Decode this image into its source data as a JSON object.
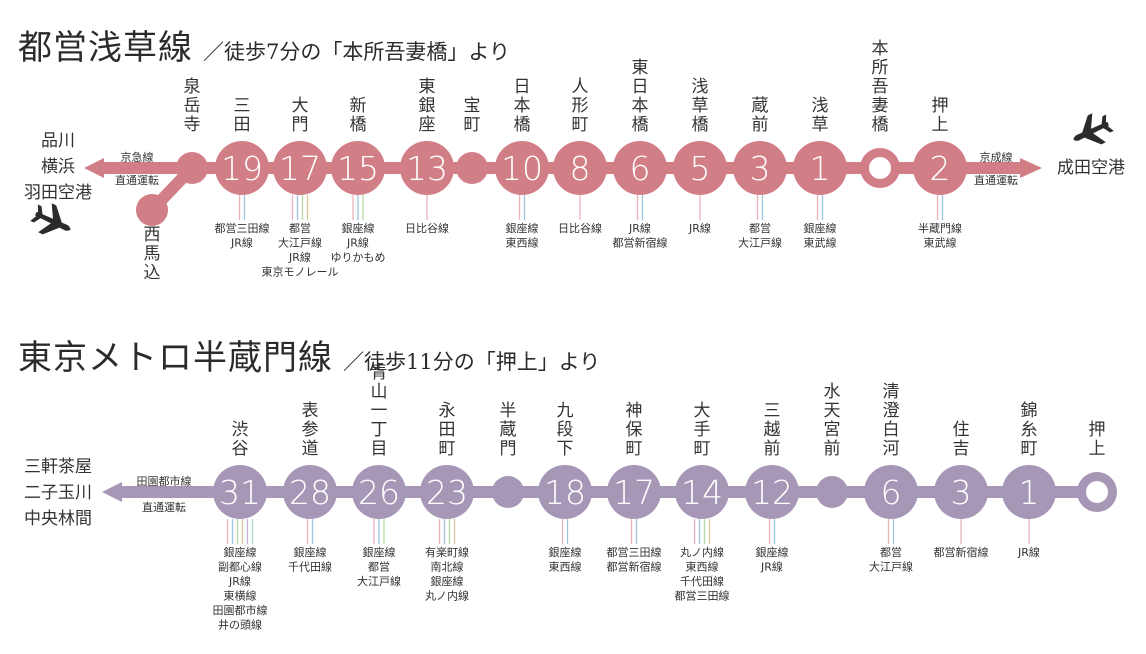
{
  "top": {
    "line_name": "都営浅草線",
    "walk": "／徒歩7分の「本所吾妻橋」より",
    "color": "#d27e86",
    "left_dest": [
      "品川",
      "横浜",
      "羽田空港"
    ],
    "left_line": "京急線",
    "left_through": "直通運転",
    "right_line": "京成線",
    "right_through": "直通運転",
    "right_dest": "成田空港",
    "branch_station": "西馬込",
    "stations": [
      {
        "name": "泉岳寺",
        "number": "",
        "transfers": []
      },
      {
        "name": "三田",
        "number": "19",
        "transfers": [
          "都営三田線",
          "JR線"
        ]
      },
      {
        "name": "大門",
        "number": "17",
        "transfers": [
          "都営",
          "大江戸線",
          "JR線",
          "東京モノレール"
        ]
      },
      {
        "name": "新橋",
        "number": "15",
        "transfers": [
          "銀座線",
          "JR線",
          "ゆりかもめ"
        ]
      },
      {
        "name": "東銀座",
        "number": "13",
        "transfers": [
          "日比谷線"
        ]
      },
      {
        "name": "宝町",
        "number": "",
        "transfers": []
      },
      {
        "name": "日本橋",
        "number": "10",
        "transfers": [
          "銀座線",
          "東西線"
        ]
      },
      {
        "name": "人形町",
        "number": "8",
        "transfers": [
          "日比谷線"
        ]
      },
      {
        "name": "東日本橋",
        "number": "6",
        "transfers": [
          "JR線",
          "都営新宿線"
        ]
      },
      {
        "name": "浅草橋",
        "number": "5",
        "transfers": [
          "JR線"
        ]
      },
      {
        "name": "蔵前",
        "number": "3",
        "transfers": [
          "都営",
          "大江戸線"
        ]
      },
      {
        "name": "浅草",
        "number": "1",
        "transfers": [
          "銀座線",
          "東武線"
        ]
      },
      {
        "name": "本所吾妻橋",
        "number": "",
        "transfers": []
      },
      {
        "name": "押上",
        "number": "2",
        "transfers": [
          "半蔵門線",
          "東武線"
        ]
      }
    ]
  },
  "bottom": {
    "line_name": "東京メトロ半蔵門線",
    "walk": "／徒歩11分の「押上」より",
    "color": "#a597b5",
    "left_dest": [
      "三軒茶屋",
      "二子玉川",
      "中央林間"
    ],
    "left_line": "田園都市線",
    "left_through": "直通運転",
    "stations": [
      {
        "name": "渋谷",
        "number": "31",
        "transfers": [
          "銀座線",
          "副都心線",
          "JR線",
          "東横線",
          "田園都市線",
          "井の頭線"
        ]
      },
      {
        "name": "表参道",
        "number": "28",
        "transfers": [
          "銀座線",
          "千代田線"
        ]
      },
      {
        "name": "青山一丁目",
        "number": "26",
        "transfers": [
          "銀座線",
          "都営",
          "大江戸線"
        ]
      },
      {
        "name": "永田町",
        "number": "23",
        "transfers": [
          "有楽町線",
          "南北線",
          "銀座線",
          "丸ノ内線"
        ]
      },
      {
        "name": "半蔵門",
        "number": "",
        "transfers": []
      },
      {
        "name": "九段下",
        "number": "18",
        "transfers": [
          "銀座線",
          "東西線"
        ]
      },
      {
        "name": "神保町",
        "number": "17",
        "transfers": [
          "都営三田線",
          "都営新宿線"
        ]
      },
      {
        "name": "大手町",
        "number": "14",
        "transfers": [
          "丸ノ内線",
          "東西線",
          "千代田線",
          "都営三田線"
        ]
      },
      {
        "name": "三越前",
        "number": "12",
        "transfers": [
          "銀座線",
          "JR線"
        ]
      },
      {
        "name": "水天宮前",
        "number": "",
        "transfers": []
      },
      {
        "name": "清澄白河",
        "number": "6",
        "transfers": [
          "都営",
          "大江戸線"
        ]
      },
      {
        "name": "住吉",
        "number": "3",
        "transfers": [
          "都営新宿線"
        ]
      },
      {
        "name": "錦糸町",
        "number": "1",
        "transfers": [
          "JR線"
        ]
      },
      {
        "name": "押上",
        "number": "",
        "transfers": []
      }
    ]
  },
  "icons": {
    "plane": "airplane-icon"
  }
}
